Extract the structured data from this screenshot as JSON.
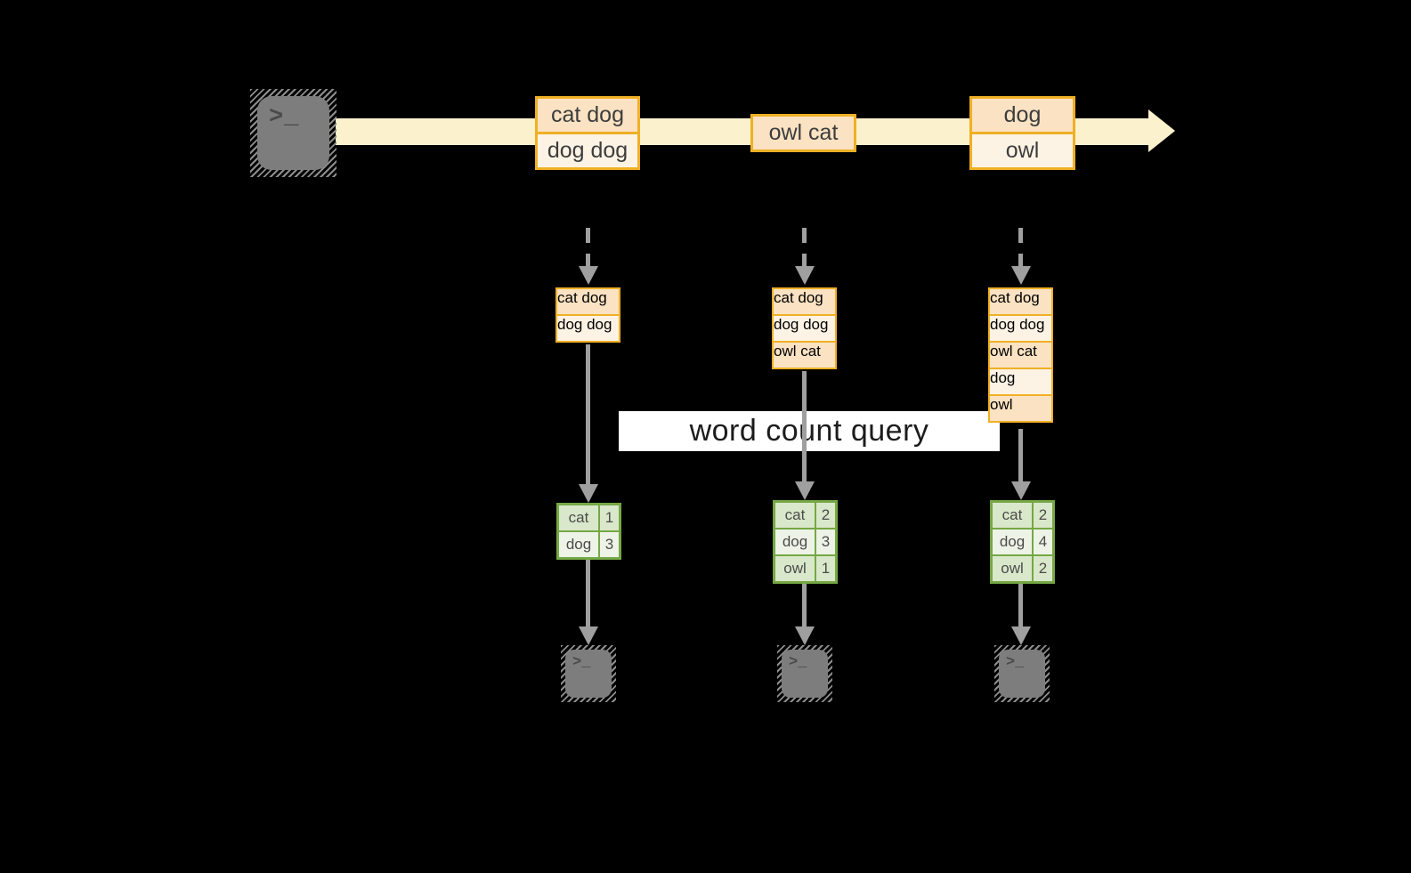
{
  "colors": {
    "background": "#000000",
    "stream_band": "#fcf1cd",
    "box_border": "#f0b025",
    "box_cell_dark": "#fae2c2",
    "box_cell_light": "#fdf3e5",
    "box_text": "#3d3d3d",
    "arrow_gray": "#9f9f9f",
    "query_band_bg": "#ffffff",
    "query_text": "#1c1c1c",
    "table_border": "#75a845",
    "table_cell_dark": "#d9e8ca",
    "table_cell_light": "#edf3e6",
    "table_text": "#4b4b4b",
    "terminal_gray": "#7d7d7d"
  },
  "icons": {
    "terminal_glyph": ">_"
  },
  "stream": {
    "batches": [
      {
        "rows": [
          "cat dog",
          "dog dog"
        ]
      },
      {
        "rows": [
          "owl cat"
        ]
      },
      {
        "rows": [
          "dog",
          "owl"
        ]
      }
    ]
  },
  "query": {
    "label": "word count query"
  },
  "columns": [
    {
      "buffer": [
        "cat dog",
        "dog dog"
      ],
      "counts": [
        [
          "cat",
          "1"
        ],
        [
          "dog",
          "3"
        ]
      ]
    },
    {
      "buffer": [
        "cat dog",
        "dog dog",
        "owl cat"
      ],
      "counts": [
        [
          "cat",
          "2"
        ],
        [
          "dog",
          "3"
        ],
        [
          "owl",
          "1"
        ]
      ]
    },
    {
      "buffer": [
        "cat dog",
        "dog dog",
        "owl cat",
        "dog",
        "owl"
      ],
      "counts": [
        [
          "cat",
          "2"
        ],
        [
          "dog",
          "4"
        ],
        [
          "owl",
          "2"
        ]
      ]
    }
  ]
}
